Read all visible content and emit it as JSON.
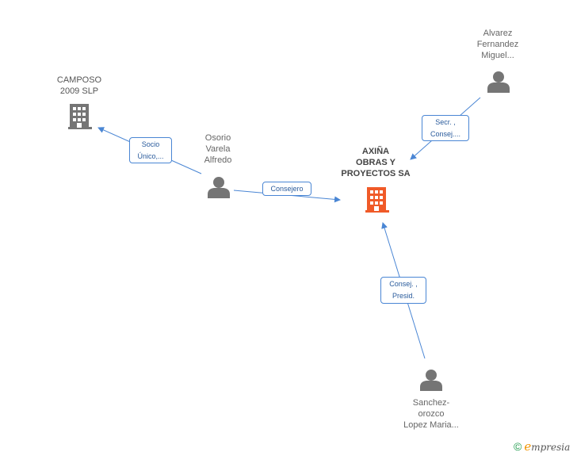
{
  "colors": {
    "edge": "#4a86d4",
    "person": "#757575",
    "company": "#757575",
    "company_main": "#f05a28"
  },
  "nodes": {
    "camposo": {
      "lines": [
        "CAMPOSO",
        "2009 SLP"
      ],
      "icon": "building-icon"
    },
    "osorio": {
      "lines": [
        "Osorio",
        "Varela",
        "Alfredo"
      ],
      "icon": "person-icon"
    },
    "axina": {
      "lines": [
        "AXIÑA",
        "OBRAS Y",
        "PROYECTOS SA"
      ],
      "icon": "building-icon"
    },
    "alvarez": {
      "lines": [
        "Alvarez",
        "Fernandez",
        "Miguel..."
      ],
      "icon": "person-icon"
    },
    "sanchez": {
      "lines": [
        "Sanchez-",
        "orozco",
        "Lopez Maria..."
      ],
      "icon": "person-icon"
    }
  },
  "edges": {
    "osorio_camposo": {
      "lines": [
        "Socio",
        "Único,..."
      ]
    },
    "osorio_axina": {
      "lines": [
        "Consejero"
      ]
    },
    "alvarez_axina": {
      "lines": [
        "Secr. ,",
        "Consej...."
      ]
    },
    "sanchez_axina": {
      "lines": [
        "Consej. ,",
        "Presid."
      ]
    }
  },
  "brand": {
    "copyright": "©",
    "e": "e",
    "rest": "mpresia"
  }
}
